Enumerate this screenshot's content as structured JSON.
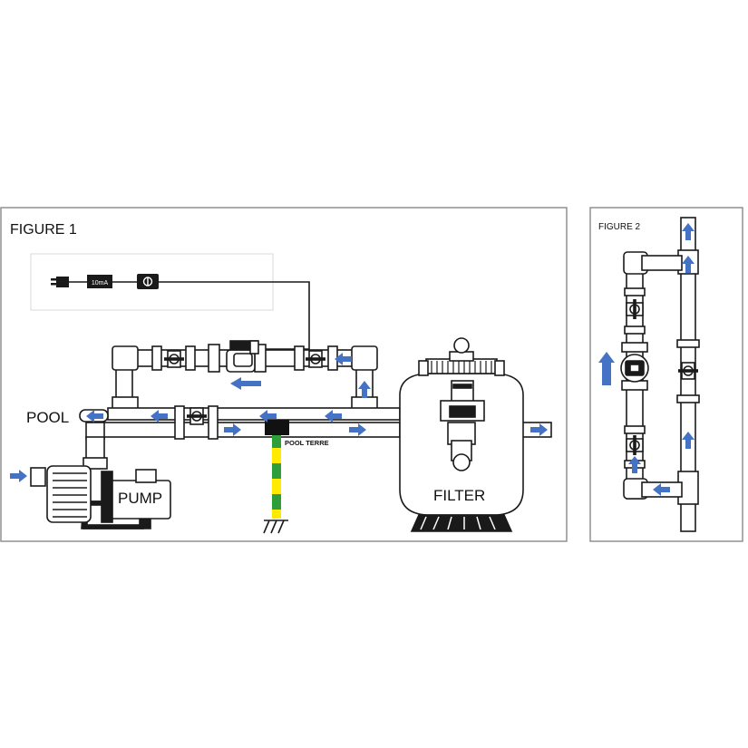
{
  "figure1": {
    "title": "FIGURE 1",
    "pool_label": "POOL",
    "pump_label": "PUMP",
    "filter_label": "FILTER",
    "pool_terre_label": "POOL TERRE",
    "meter_label": "10mA"
  },
  "figure2": {
    "title": "FIGURE 2"
  },
  "colors": {
    "flow_arrow": "#4472c4",
    "frame": "#7f7f7f",
    "ground_yellow": "#ffea00",
    "ground_green": "#2e9e3a",
    "pipe_stroke": "#1a1a1a"
  },
  "icons": {
    "flow": "arrow-icon",
    "valve": "ball-valve-icon",
    "ground": "earth-ground-icon",
    "plug": "plug-icon"
  }
}
